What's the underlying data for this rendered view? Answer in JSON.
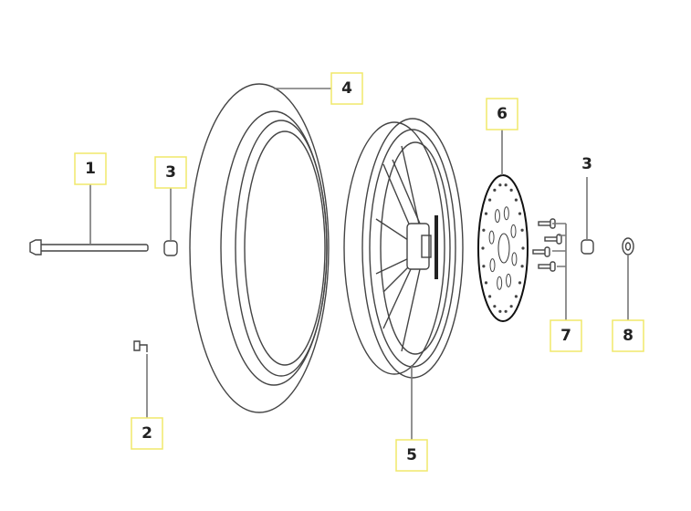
{
  "diagram": {
    "callouts": [
      {
        "id": "callout-1",
        "label": "1",
        "boxed": true
      },
      {
        "id": "callout-2",
        "label": "2",
        "boxed": true
      },
      {
        "id": "callout-3a",
        "label": "3",
        "boxed": true
      },
      {
        "id": "callout-3b",
        "label": "3",
        "boxed": false
      },
      {
        "id": "callout-4",
        "label": "4",
        "boxed": true
      },
      {
        "id": "callout-5",
        "label": "5",
        "boxed": true
      },
      {
        "id": "callout-6",
        "label": "6",
        "boxed": true
      },
      {
        "id": "callout-7",
        "label": "7",
        "boxed": true
      },
      {
        "id": "callout-8",
        "label": "8",
        "boxed": true
      }
    ],
    "colors": {
      "callout_border": "#f0e86a",
      "line": "#444444",
      "disc": "#111111"
    }
  }
}
